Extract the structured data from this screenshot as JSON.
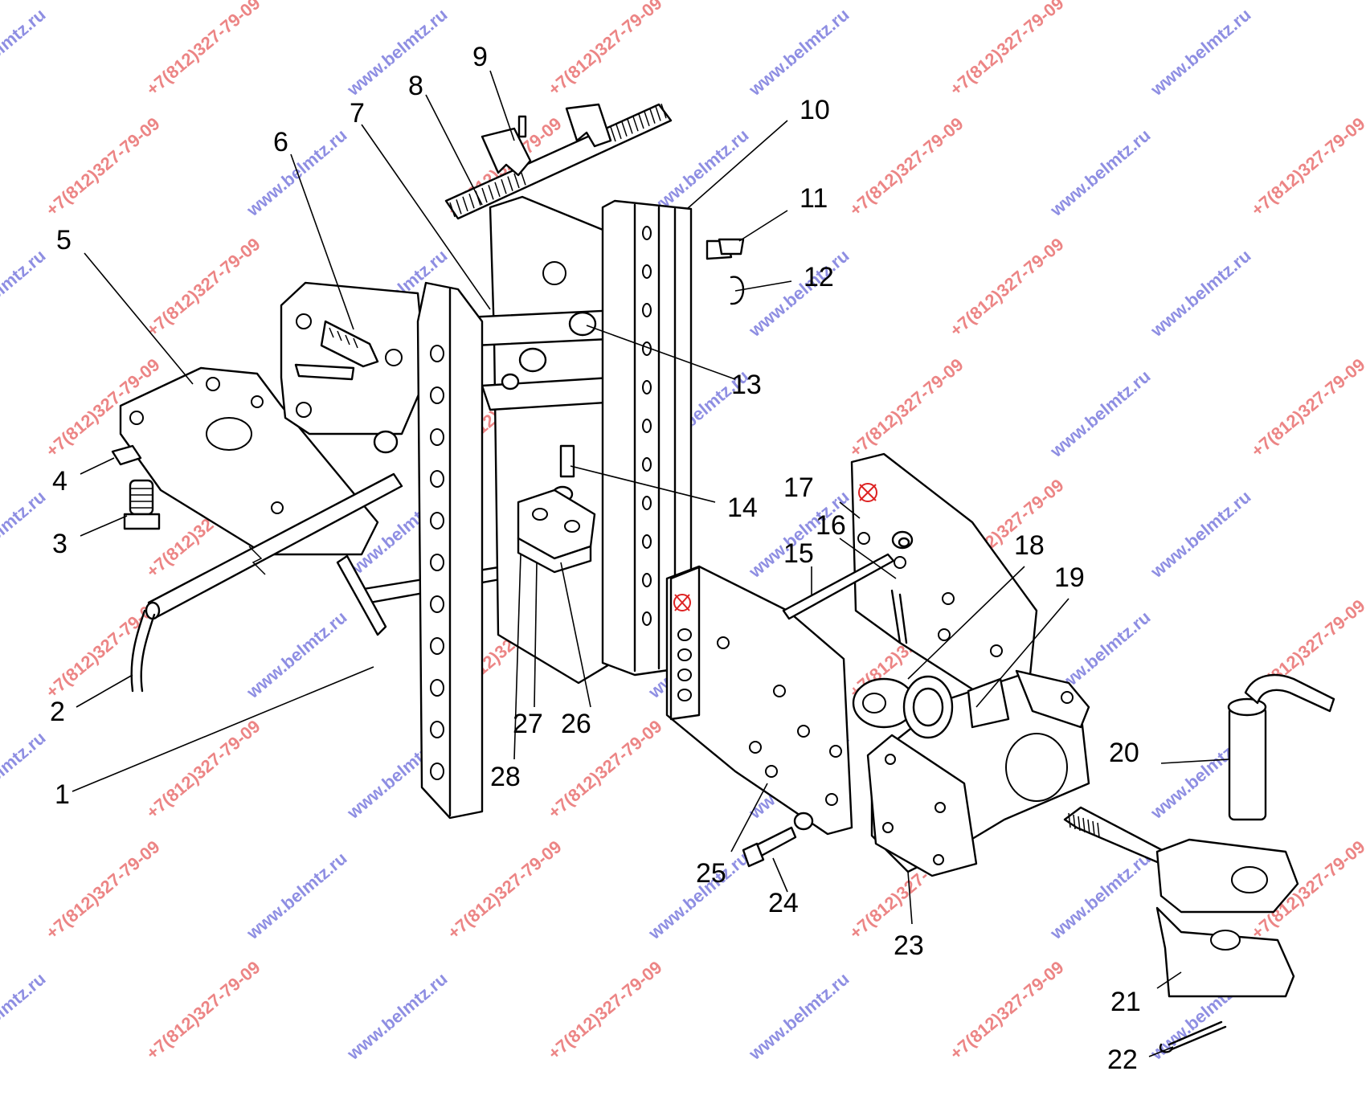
{
  "callouts": [
    {
      "label": "1"
    },
    {
      "label": "2"
    },
    {
      "label": "3"
    },
    {
      "label": "4"
    },
    {
      "label": "5"
    },
    {
      "label": "6"
    },
    {
      "label": "7"
    },
    {
      "label": "8"
    },
    {
      "label": "9"
    },
    {
      "label": "10"
    },
    {
      "label": "11"
    },
    {
      "label": "12"
    },
    {
      "label": "13"
    },
    {
      "label": "14"
    },
    {
      "label": "15"
    },
    {
      "label": "16"
    },
    {
      "label": "17"
    },
    {
      "label": "18"
    },
    {
      "label": "19"
    },
    {
      "label": "20"
    },
    {
      "label": "21"
    },
    {
      "label": "22"
    },
    {
      "label": "23"
    },
    {
      "label": "24"
    },
    {
      "label": "25"
    },
    {
      "label": "26"
    },
    {
      "label": "27"
    },
    {
      "label": "28"
    }
  ],
  "watermark": {
    "site": "www.belmtz.ru",
    "phone": "+7(812)327-79-09",
    "site_color": "#3333cc",
    "phone_color": "#dd2222"
  }
}
